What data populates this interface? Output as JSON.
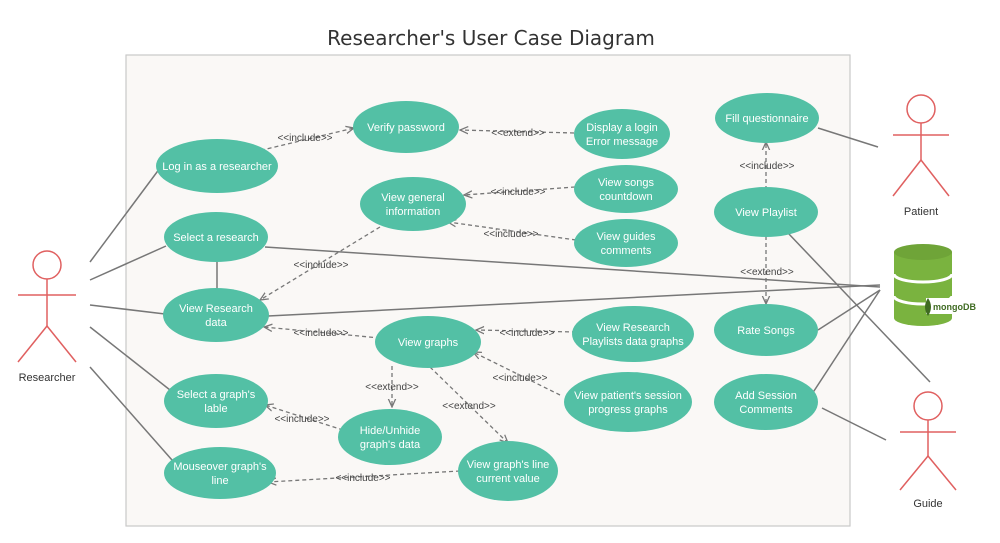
{
  "title": "Researcher's User Case Diagram",
  "colors": {
    "usecase_fill": "#53c0a5",
    "actor_stroke": "#e06060",
    "line": "#777777",
    "boundary_fill": "#faf8f6",
    "boundary_stroke": "#c9c9c9",
    "db_green": "#7ab33f",
    "db_dark": "#3f6b22"
  },
  "actors": {
    "researcher": "Researcher",
    "patient": "Patient",
    "guide": "Guide"
  },
  "database": {
    "name": "mongoDB",
    "icon": "mongodb-database-icon"
  },
  "use_cases": [
    {
      "id": "login",
      "lines": [
        "Log in as a researcher"
      ]
    },
    {
      "id": "verify",
      "lines": [
        "Verify password"
      ]
    },
    {
      "id": "login_error",
      "lines": [
        "Display a login",
        "Error message"
      ]
    },
    {
      "id": "view_general",
      "lines": [
        "View general",
        "information"
      ]
    },
    {
      "id": "songs_countdown",
      "lines": [
        "View songs",
        "countdown"
      ]
    },
    {
      "id": "guides_comments",
      "lines": [
        "View guides",
        "comments"
      ]
    },
    {
      "id": "select_research",
      "lines": [
        "Select a research"
      ]
    },
    {
      "id": "view_research",
      "lines": [
        "View Research",
        "data"
      ]
    },
    {
      "id": "view_graphs",
      "lines": [
        "View graphs"
      ]
    },
    {
      "id": "playlists_graphs",
      "lines": [
        "View Research",
        "Playlists data graphs"
      ]
    },
    {
      "id": "session_graphs",
      "lines": [
        "View patient's session",
        "progress graphs"
      ]
    },
    {
      "id": "select_label",
      "lines": [
        "Select a graph's",
        "lable"
      ]
    },
    {
      "id": "hide_unhide",
      "lines": [
        "Hide/Unhide",
        "graph's data"
      ]
    },
    {
      "id": "mouseover",
      "lines": [
        "Mouseover graph's",
        "line"
      ]
    },
    {
      "id": "line_value",
      "lines": [
        "View graph's line",
        "current value"
      ]
    },
    {
      "id": "fill_questionnaire",
      "lines": [
        "Fill questionnaire"
      ]
    },
    {
      "id": "view_playlist",
      "lines": [
        "View Playlist"
      ]
    },
    {
      "id": "rate_songs",
      "lines": [
        "Rate Songs"
      ]
    },
    {
      "id": "session_comments",
      "lines": [
        "Add Session",
        "Comments"
      ]
    }
  ],
  "relations": [
    {
      "id": "r1",
      "label": "<<include>>"
    },
    {
      "id": "r2",
      "label": "<<extend>>"
    },
    {
      "id": "r3",
      "label": "<<include>>"
    },
    {
      "id": "r4",
      "label": "<<include>>"
    },
    {
      "id": "r5",
      "label": "<<include>>"
    },
    {
      "id": "r6",
      "label": "<<include>>"
    },
    {
      "id": "r7",
      "label": "<<include>>"
    },
    {
      "id": "r8",
      "label": "<<include>>"
    },
    {
      "id": "r9",
      "label": "<<extend>>"
    },
    {
      "id": "r10",
      "label": "<<extend>>"
    },
    {
      "id": "r11",
      "label": "<<include>>"
    },
    {
      "id": "r12",
      "label": "<<include>>"
    },
    {
      "id": "r13",
      "label": "<<include>>"
    },
    {
      "id": "r14",
      "label": "<<extend>>"
    }
  ]
}
